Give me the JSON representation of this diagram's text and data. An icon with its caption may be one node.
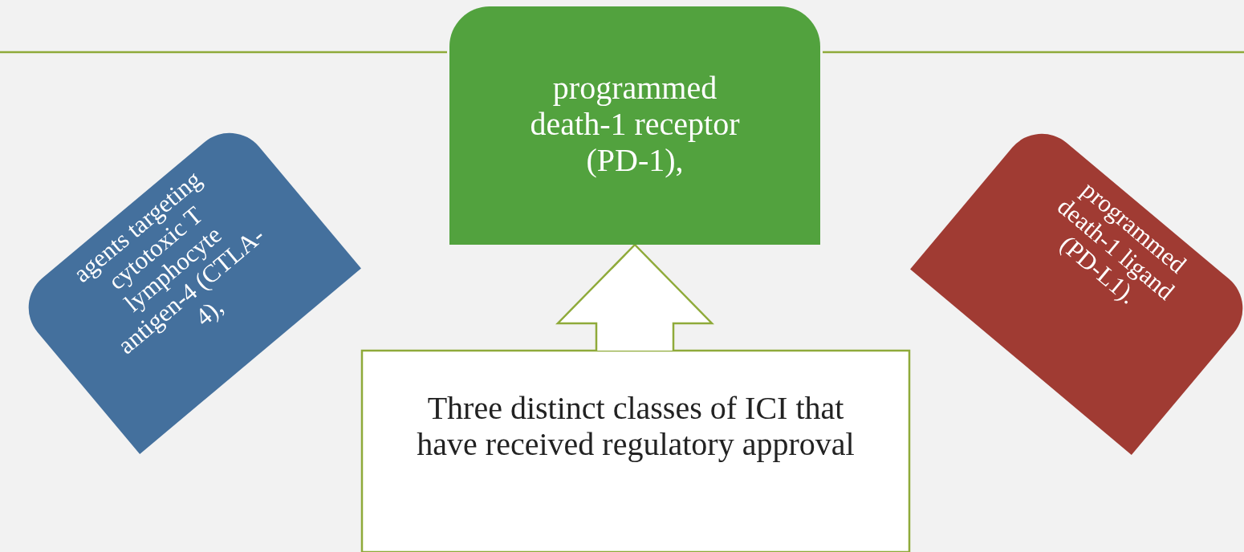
{
  "diagram": {
    "nodes": [
      {
        "text": [
          "agents targeting cytotoxic T lymphocyte antigen-4 (CTLA-4),"
        ]
      },
      {
        "text": [
          "programmed death-1 receptor (PD-1),"
        ]
      },
      {
        "text": [
          "programmed death-1 ligand (PD-L1)."
        ]
      },
      {
        "text": [
          "Three distinct classes of ICI that have received regulatory approval"
        ]
      }
    ],
    "edges": [
      {
        "from": 3,
        "to": 1,
        "arrow": "to"
      }
    ]
  }
}
